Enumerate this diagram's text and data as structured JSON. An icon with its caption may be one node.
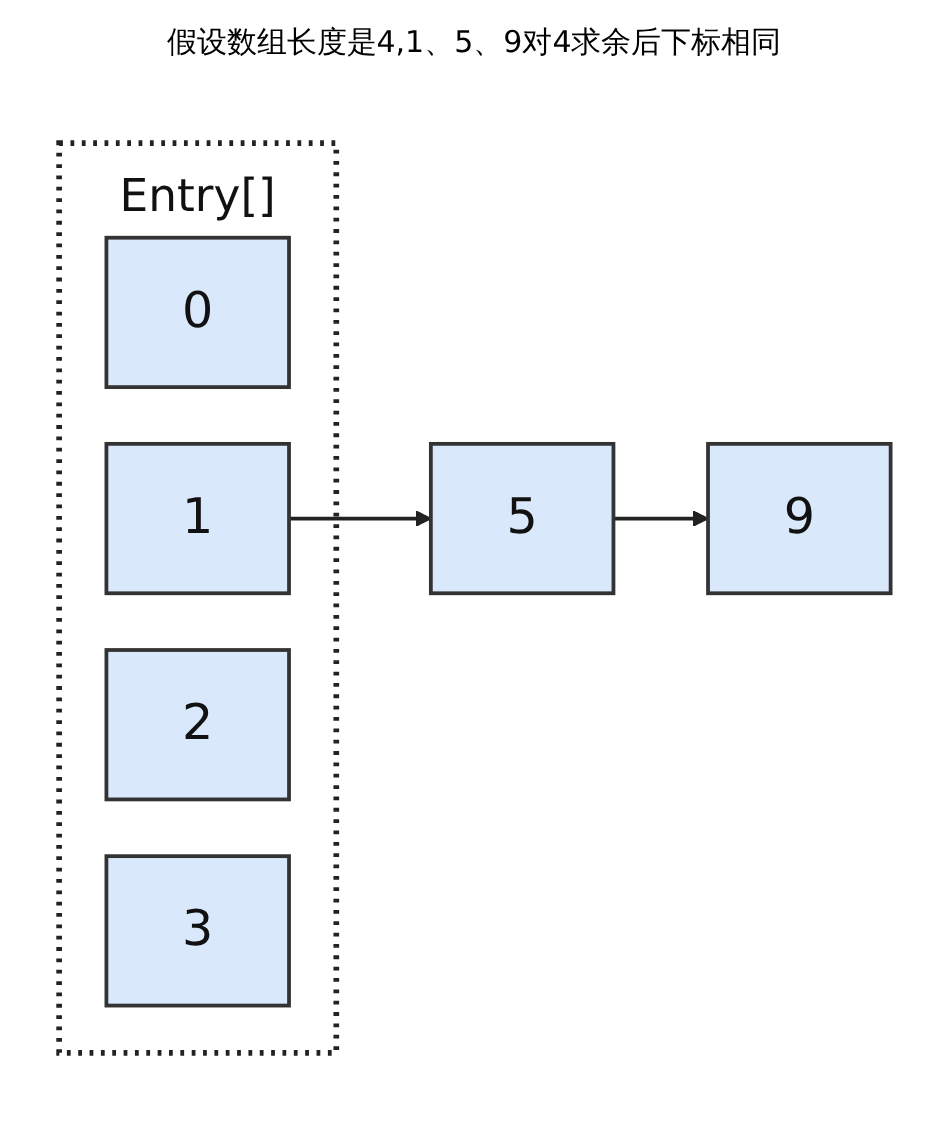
{
  "diagram": {
    "nodes": [
      {
        "text": [
          "Entry[]"
        ]
      },
      {
        "text": [
          "0"
        ],
        "in": 0
      },
      {
        "text": [
          "1"
        ],
        "in": 0
      },
      {
        "text": [
          "2"
        ],
        "in": 0
      },
      {
        "text": [
          "3"
        ],
        "in": 0
      },
      {
        "text": [
          "5"
        ]
      },
      {
        "text": [
          "9"
        ]
      }
    ],
    "edges": [
      {
        "from": 2,
        "to": 5,
        "arrow": "to"
      },
      {
        "from": 5,
        "to": 6,
        "arrow": "to"
      }
    ],
    "labels": [
      "假设数组长度是4,1、5、9对4求余后下标相同"
    ]
  }
}
